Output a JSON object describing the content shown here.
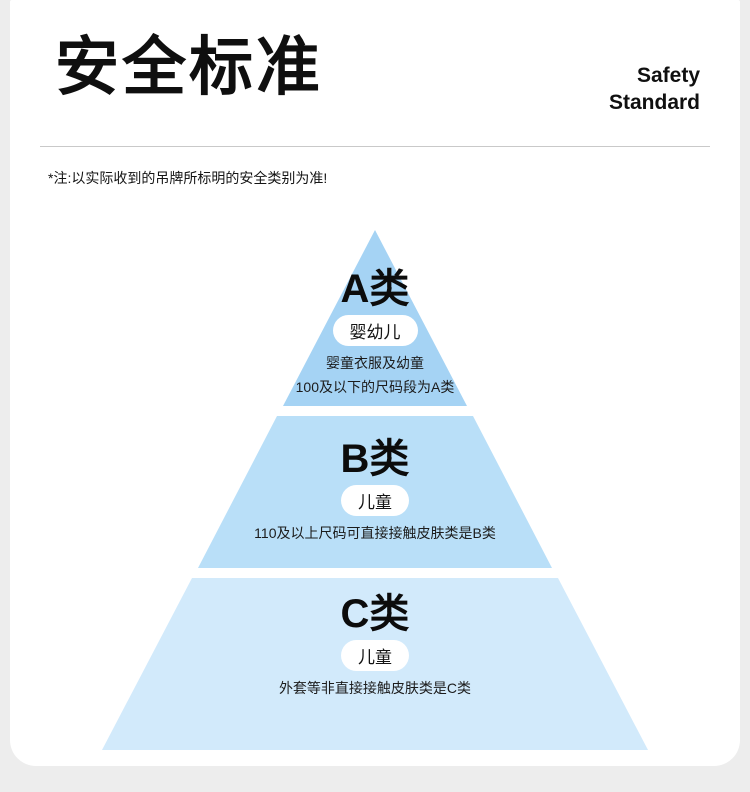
{
  "header": {
    "title_cn": "安全标准",
    "title_en_line1": "Safety",
    "title_en_line2": "Standard",
    "note": "*注:以实际收到的吊牌所标明的安全类别为准!"
  },
  "pyramid": {
    "tiers": [
      {
        "id": "A",
        "label": "A类",
        "badge": "婴幼儿",
        "desc_lines": [
          "婴童衣服及幼童",
          "100及以下的尺码段为A类"
        ],
        "color": "#a5d3f4"
      },
      {
        "id": "B",
        "label": "B类",
        "badge": "儿童",
        "desc_lines": [
          "110及以上尺码可直接接触皮肤类是B类"
        ],
        "color": "#b9dff8"
      },
      {
        "id": "C",
        "label": "C类",
        "badge": "儿童",
        "desc_lines": [
          "外套等非直接接触皮肤类是C类"
        ],
        "color": "#d2eafb"
      }
    ]
  },
  "colors": {
    "page_background": "#ededed",
    "card_background": "#ffffff"
  }
}
